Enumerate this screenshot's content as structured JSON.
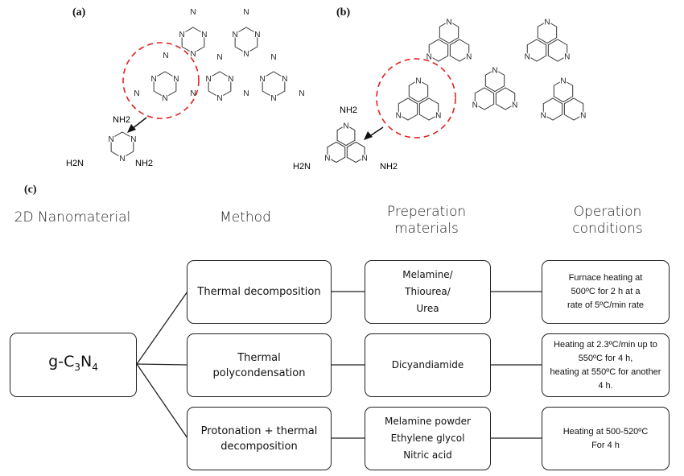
{
  "panels": {
    "a": "(a)",
    "b": "(b)",
    "c": "(c)"
  },
  "chem": {
    "n": "N",
    "nh2": "NH2",
    "h2n": "H2N"
  },
  "headers": {
    "nanomaterial": "2D Nanomaterial",
    "method": "Method",
    "prep_line1": "Preperation",
    "prep_line2": "materials",
    "op_line1": "Operation",
    "op_line2": "conditions"
  },
  "material": {
    "prefix": "g-C",
    "sub1": "3",
    "mid": "N",
    "sub2": "4"
  },
  "rows": [
    {
      "method": [
        "Thermal decomposition"
      ],
      "prep": [
        "Melamine/",
        "Thiourea/",
        "Urea"
      ],
      "op": [
        "Furnace heating at",
        "500ºC for 2 h at a",
        "rate of 5ºC/min rate"
      ]
    },
    {
      "method": [
        "Thermal",
        "polycondensation"
      ],
      "prep": [
        "Dicyandiamide"
      ],
      "op": [
        "Heating at  2.3ºC/min up to",
        "550ºC for 4 h,",
        "heating at 550ºC  for another",
        "4 h."
      ]
    },
    {
      "method": [
        "Protonation + thermal",
        "decomposition"
      ],
      "prep": [
        "Melamine powder",
        "Ethylene glycol",
        "Nitric acid"
      ],
      "op": [
        "Heating at  500-520ºC",
        "For 4 h"
      ]
    }
  ],
  "colors": {
    "highlight_circle": "#e02020",
    "lines": "#222222"
  }
}
